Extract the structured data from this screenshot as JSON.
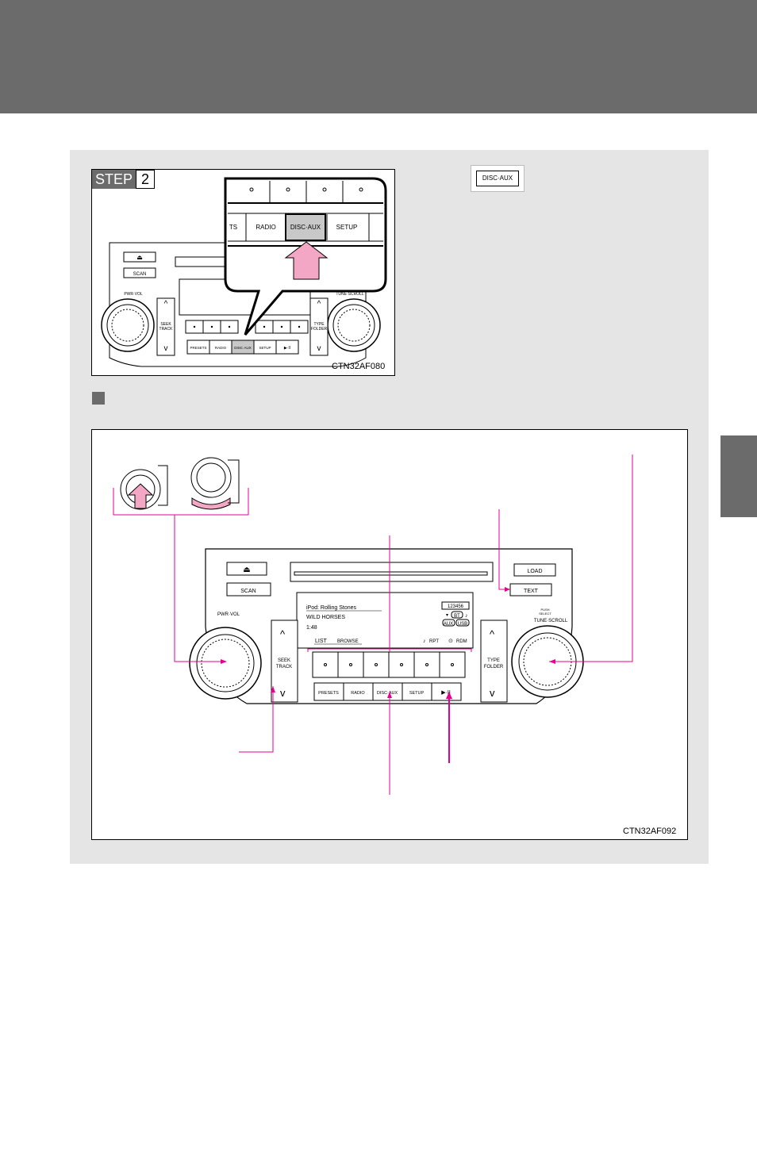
{
  "step": {
    "word": "STEP",
    "number": "2"
  },
  "discaux_icon_label": "DISC·AUX",
  "fig1": {
    "code": "CTN32AF080",
    "zoom_buttons": [
      "RADIO",
      "DISC·AUX",
      "SETUP"
    ],
    "zoom_partial_left": "TS",
    "unit": {
      "scan": "SCAN",
      "pwr_vol": "PWR·VOL",
      "tune_scroll": "TUNE·SCROLL",
      "seek": "SEEK",
      "track": "TRACK",
      "type": "TYPE",
      "folder": "FOLDER",
      "bottom_buttons": [
        "PRESETS",
        "RADIO",
        "DISC·AUX",
        "SETUP",
        "▶·II"
      ]
    }
  },
  "fig2": {
    "code": "CTN32AF092",
    "unit": {
      "scan": "SCAN",
      "load": "LOAD",
      "text": "TEXT",
      "pwr_vol": "PWR·VOL",
      "push_select": "PUSH\nSELECT",
      "tune_scroll": "TUNE·SCROLL",
      "seek": "SEEK",
      "track": "TRACK",
      "type": "TYPE",
      "folder": "FOLDER",
      "bottom_buttons": [
        "PRESETS",
        "RADIO",
        "DISC·AUX",
        "SETUP",
        "▶·II"
      ],
      "display": {
        "line1": "iPod: Rolling Stones",
        "line2": "WILD HORSES",
        "line3": "1:48",
        "list": "LIST",
        "browse": "BROWSE",
        "rpt": "RPT",
        "rdm": "RDM",
        "bt": "BT",
        "aux": "AUX",
        "usb": "USB",
        "disc_indicator": "123456"
      }
    }
  },
  "colors": {
    "callout": "#e60090",
    "band": "#6b6b6b",
    "panel": "#e5e5e5",
    "pink_arrow": "#f4a7c4"
  }
}
